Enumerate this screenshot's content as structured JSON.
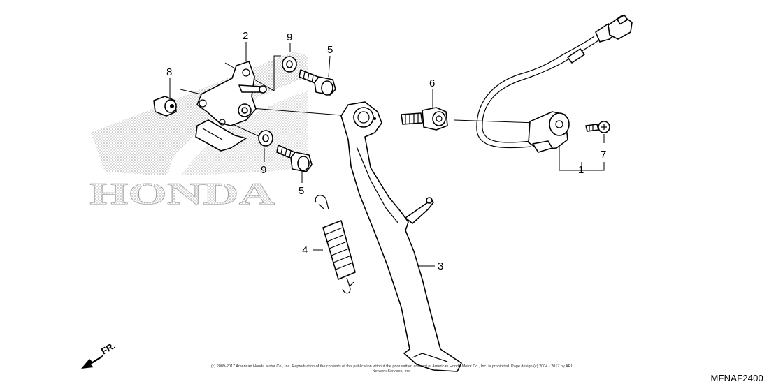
{
  "callouts": {
    "c1": "1",
    "c2": "2",
    "c3": "3",
    "c4": "4",
    "c5a": "5",
    "c5b": "5",
    "c6": "6",
    "c7": "7",
    "c8": "8",
    "c9a": "9",
    "c9b": "9"
  },
  "watermark": {
    "logo_text": "HONDA"
  },
  "direction": {
    "label": "FR."
  },
  "figure_code": "MFNAF2400",
  "copyright": "(c) 2009-2017 American Honda Motor Co., Inc. Reproduction of the contents of this publication without the prior written consent of American Honda Motor Co., Inc. is prohibited. Page design (c) 2004 - 2017 by ARI Network Services, Inc."
}
